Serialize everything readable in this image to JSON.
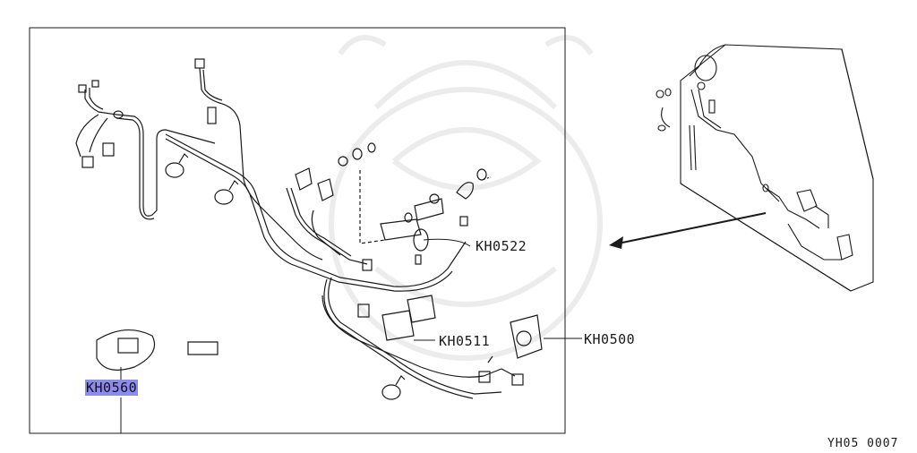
{
  "diagram": {
    "part_codes": {
      "kh0522": "KH0522",
      "kh0511": "KH0511",
      "kh0500": "KH0500",
      "kh0560": "KH0560"
    },
    "figure_id": "YH05 0007",
    "highlight_color": "#8c8cf0",
    "line_color": "#1a1a1a"
  }
}
